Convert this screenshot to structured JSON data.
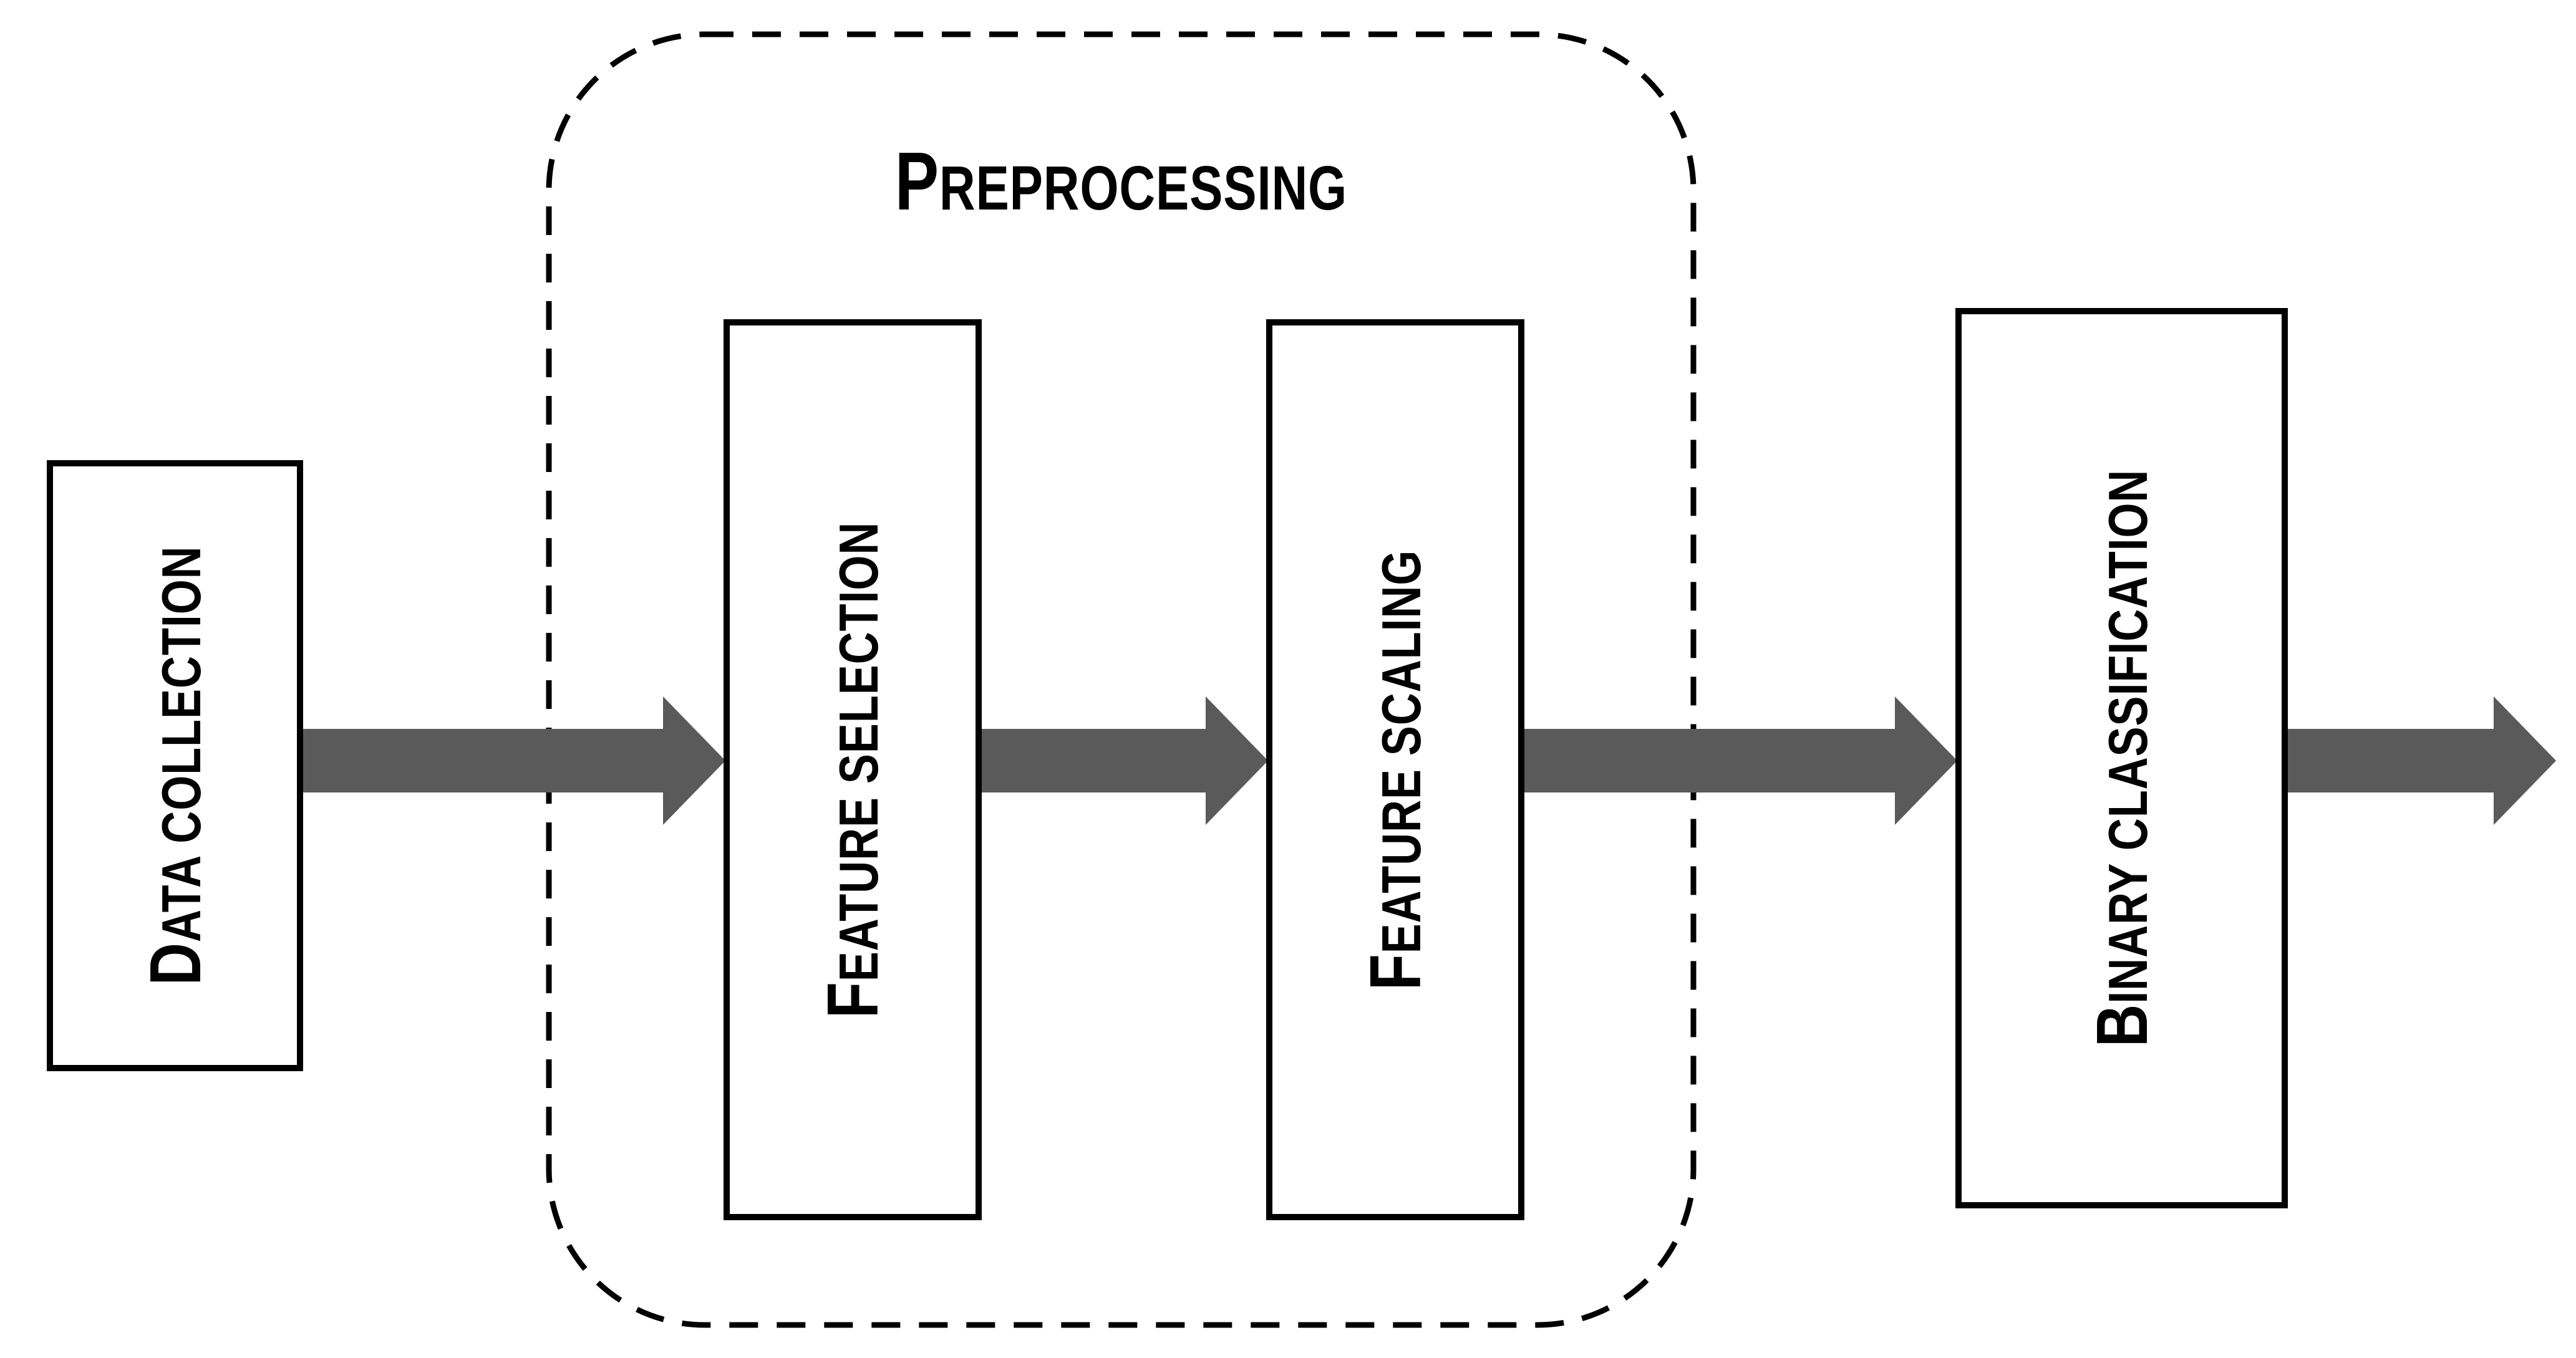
{
  "diagram": {
    "background": "#ffffff",
    "group": {
      "title": "PREPROCESSING",
      "outline_style": "dashed-rounded-rectangle",
      "outline_color": "#000000",
      "members": [
        "feature-selection",
        "feature-scaling"
      ]
    },
    "nodes": [
      {
        "id": "data-collection",
        "label": "DATA COLLECTION"
      },
      {
        "id": "feature-selection",
        "label": "FEATURE SELECTION"
      },
      {
        "id": "feature-scaling",
        "label": "FEATURE SCALING"
      },
      {
        "id": "binary-classification",
        "label": "BINARY CLASSIFICATION"
      }
    ],
    "arrows": [
      {
        "from": "data-collection",
        "to": "feature-selection"
      },
      {
        "from": "feature-selection",
        "to": "feature-scaling"
      },
      {
        "from": "feature-scaling",
        "to": "binary-classification"
      },
      {
        "from": "binary-classification",
        "to": "edge-of-frame"
      }
    ],
    "colors": {
      "arrow": "#5a5a5a",
      "node_border": "#000000",
      "node_fill": "#ffffff",
      "text": "#000000"
    }
  }
}
